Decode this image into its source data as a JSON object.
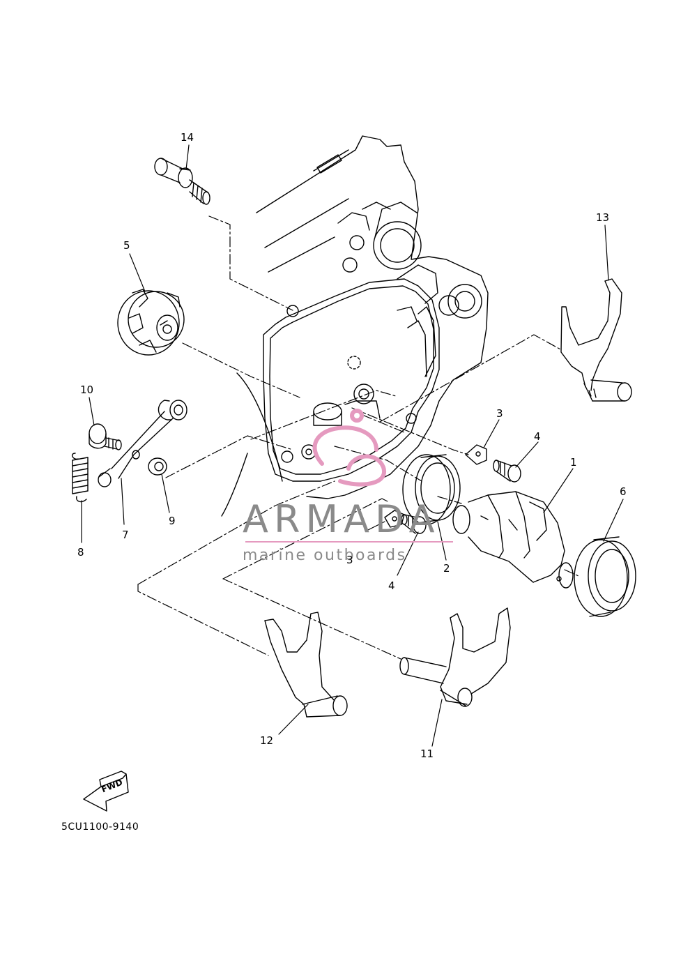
{
  "diagram": {
    "part_labels": [
      {
        "id": "p14",
        "text": "14"
      },
      {
        "id": "p13",
        "text": "13"
      },
      {
        "id": "p5",
        "text": "5"
      },
      {
        "id": "p10",
        "text": "10"
      },
      {
        "id": "p3a",
        "text": "3"
      },
      {
        "id": "p4a",
        "text": "4"
      },
      {
        "id": "p1",
        "text": "1"
      },
      {
        "id": "p6",
        "text": "6"
      },
      {
        "id": "p9",
        "text": "9"
      },
      {
        "id": "p7",
        "text": "7"
      },
      {
        "id": "p8",
        "text": "8"
      },
      {
        "id": "p3b",
        "text": "3"
      },
      {
        "id": "p2",
        "text": "2"
      },
      {
        "id": "p4b",
        "text": "4"
      },
      {
        "id": "p12",
        "text": "12"
      },
      {
        "id": "p11",
        "text": "11"
      }
    ],
    "fwd_label": "FWD",
    "diagram_code": "5CU1100-9140"
  },
  "watermark": {
    "brand": "ARMADA",
    "tagline": "marine outboards",
    "logo_color": "#e59abf",
    "text_color": "#8a8a8a"
  }
}
